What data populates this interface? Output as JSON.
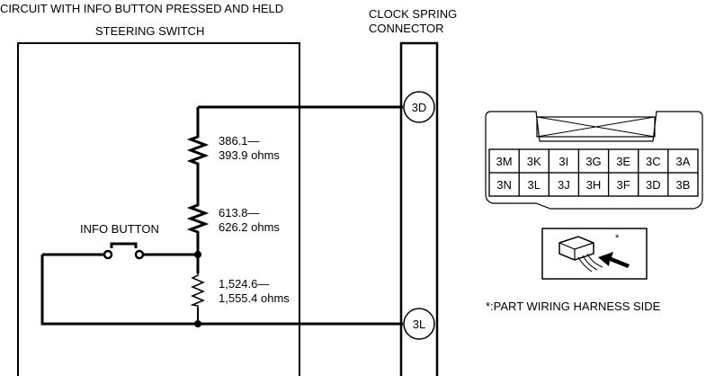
{
  "labels": {
    "circuit_title": "CIRCUIT WITH INFO BUTTON PRESSED AND HELD",
    "steering_switch": "STEERING SWITCH",
    "clock_spring_line1": "CLOCK SPRING",
    "clock_spring_line2": "CONNECTOR",
    "info_button": "INFO BUTTON",
    "footnote": "*:PART WIRING HARNESS SIDE",
    "asterisk": "*"
  },
  "resistors": [
    {
      "line1": "386.1—",
      "line2": "393.9 ohms"
    },
    {
      "line1": "613.8—",
      "line2": "626.2 ohms"
    },
    {
      "line1": "1,524.6—",
      "line2": "1,555.4 ohms"
    }
  ],
  "terminals": [
    "3D",
    "3L"
  ],
  "connector_pins": {
    "top_row": [
      "3M",
      "3K",
      "3I",
      "3G",
      "3E",
      "3C",
      "3A"
    ],
    "bottom_row": [
      "3N",
      "3L",
      "3J",
      "3H",
      "3F",
      "3D",
      "3B"
    ]
  }
}
